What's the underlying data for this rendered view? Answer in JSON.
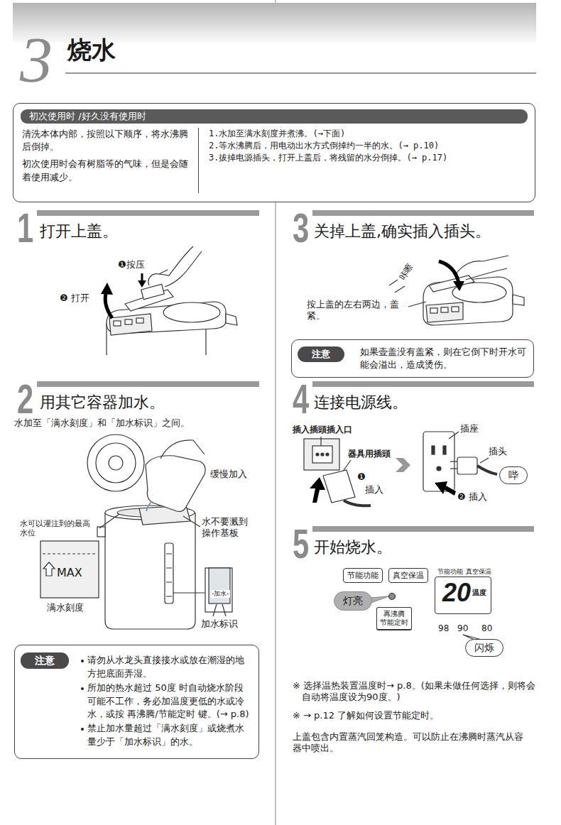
{
  "diagram": {
    "title": "烧水",
    "nodes": [
      {
        "text": [
          "清洗本体内部，按照以下顺序，将水沸腾后倒掉。",
          "初次使用时会有树脂等的气味，但是会随着使用减少。",
          "1.水加至满水刻度并煮沸。(→下面)",
          "2.等水沸腾后，用电动出水方式倒掉约一半的水。(→ p.10)",
          "3.拔掉电源插头，打开上盖后，将残留的水分倒掉。(→ p.17)"
        ]
      },
      {
        "text": [
          "初次使用时 /好久没有使用时"
        ],
        "in": 0
      },
      {
        "text": [
          "请勿从水龙头直接接水或放在潮湿的地方把底面弄湿。",
          "所加的热水超过 50度 时自动烧水阶段可能不工作，务必加温度更低的水或冷水，或按 再沸腾/节能定时 键。(→ p.8)",
          "禁止加水量超过「满水刻度」或烧煮水量少于「加水标识」的水。"
        ]
      },
      {
        "text": [
          "注意"
        ],
        "in": 2
      },
      {
        "text": [
          "如果壶盖没有盖紧，则在它倒下时开水可能会溢出，造成烫伤。"
        ]
      },
      {
        "text": [
          "注意"
        ],
        "in": 4
      },
      {
        "text": [
          "哔"
        ]
      },
      {
        "text": [
          "节能功能"
        ]
      },
      {
        "text": [
          "真空保温"
        ]
      },
      {
        "text": [
          "20",
          "温度"
        ]
      },
      {
        "text": [
          "灯亮"
        ]
      },
      {
        "text": [
          "再沸腾 节能定时"
        ]
      },
      {
        "text": [
          "闪烁"
        ]
      }
    ],
    "labels": [
      "3",
      "1",
      "打开上盖。",
      "❶按压",
      "❷ 打开",
      "2",
      "用其它容器加水。",
      "水加至「满水刻度」和「加水标识」之间。",
      "缓慢加入",
      "水可以灌注到的最高水位",
      "水不要溅到操作基板",
      "MAX",
      "满水刻度",
      "-加水-",
      "加水标识",
      "3",
      "关掉上盖,确实插入插头。",
      "咔嚓",
      "按上盖的左右两边，盖紧。",
      "4",
      "连接电源线。",
      "插入插頭插入口",
      "器具用插頭",
      "❶",
      "插入",
      "插座",
      "插头",
      "❷ 插入",
      "5",
      "开始烧水。",
      "节能功能",
      "真空保温",
      "98",
      "90",
      "80",
      "※ 选择温热装置温度时→ p.8。(如果未做任何选择，则将会自动将温度设为90度。)",
      "※ → p.12 了解如何设置节能定时。",
      "上盖包含内置蒸汽回笼构造。可以防止在沸腾时蒸汽从容器中喷出。"
    ]
  }
}
